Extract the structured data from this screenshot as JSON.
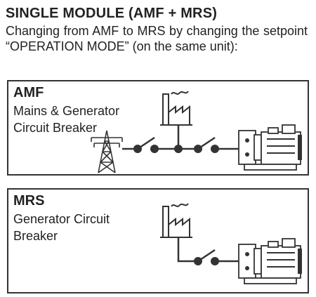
{
  "header": {
    "title": "SINGLE MODULE (AMF + MRS)",
    "description": "Changing from AMF to MRS by changing  the setpoint “OPERATION MODE” (on the same unit):"
  },
  "panels": [
    {
      "title": "AMF",
      "description": "Mains & Generator Circuit Breaker",
      "elements": [
        "mains-tower-icon",
        "factory-icon",
        "generator-icon",
        "mains-breaker-switch",
        "generator-breaker-switch"
      ]
    },
    {
      "title": "MRS",
      "description": "Generator Circuit Breaker",
      "elements": [
        "factory-icon",
        "generator-icon",
        "generator-breaker-switch"
      ]
    }
  ],
  "colors": {
    "ink": "#333333",
    "text": "#222222",
    "background": "#ffffff"
  }
}
